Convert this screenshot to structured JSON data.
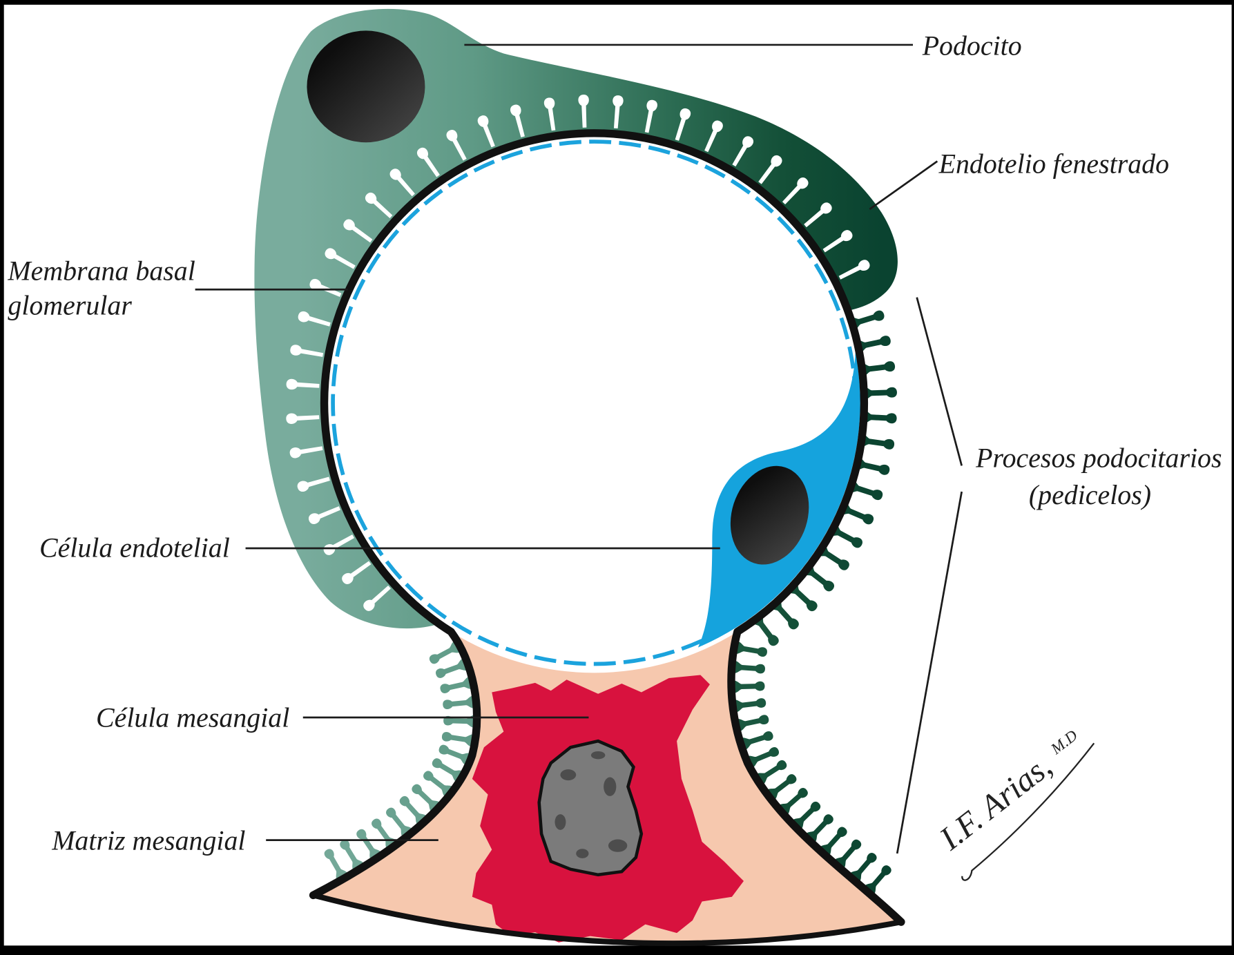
{
  "labels": {
    "podocito": "Podocito",
    "endotelio_fenestrado": "Endotelio fenestrado",
    "membrana_basal_line1": "Membrana basal",
    "membrana_basal_line2": "glomerular",
    "procesos_line1": "Procesos podocitarios",
    "procesos_line2": "(pedicelos)",
    "celula_endotelial": "Célula endotelial",
    "celula_mesangial": "Célula mesangial",
    "matriz_mesangial": "Matriz mesangial"
  },
  "signature": {
    "name": "I.F. Arias,",
    "suffix": "M.D"
  },
  "colors": {
    "frame": "#000000",
    "background": "#ffffff",
    "podocyte_gradient": [
      "#79ac9d",
      "#5f9a86",
      "#2c6c53",
      "#134f37",
      "#0a4330"
    ],
    "nucleus_dark": "#0e0e0e",
    "nucleus_light": "#4a4a4a",
    "basement_membrane": "#111111",
    "fenestrated_endothelium": "#1ba3dd",
    "endothelial_cell": "#15a3dd",
    "mesangial_matrix": "#f6c8ae",
    "mesangial_cell": "#d8123e",
    "mesangial_nucleus": "#7b7b7b",
    "chromatin": "#4d4d4d",
    "label_text": "#1b1b1b"
  }
}
